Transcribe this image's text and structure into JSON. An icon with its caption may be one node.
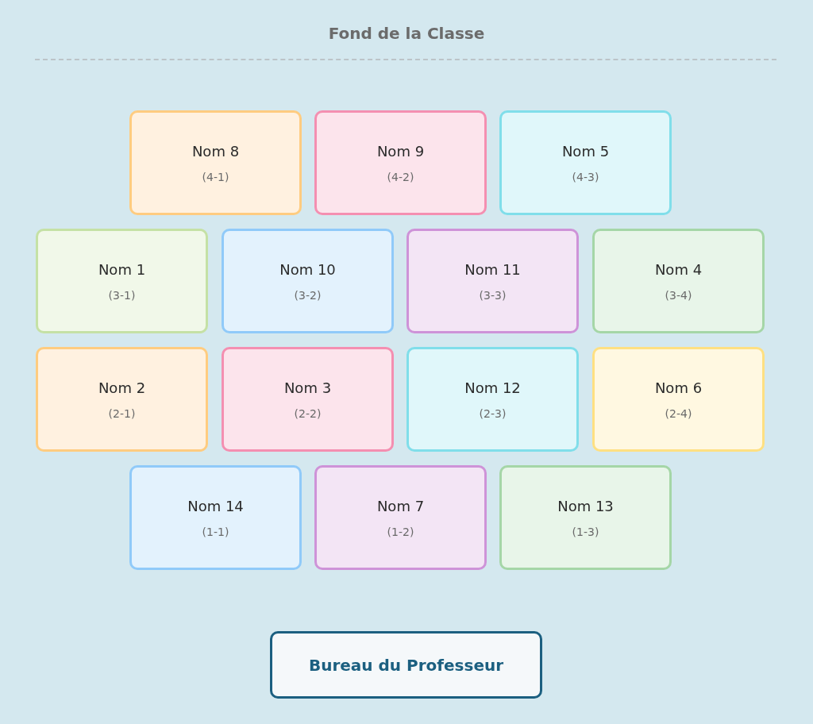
{
  "diagram": {
    "title": "Fond de la Classe",
    "nodes": [
      {
        "text": [
          "Nom 8",
          "(4-1)"
        ]
      },
      {
        "text": [
          "Nom 9",
          "(4-2)"
        ]
      },
      {
        "text": [
          "Nom 5",
          "(4-3)"
        ]
      },
      {
        "text": [
          "Nom 1",
          "(3-1)"
        ]
      },
      {
        "text": [
          "Nom 10",
          "(3-2)"
        ]
      },
      {
        "text": [
          "Nom 11",
          "(3-3)"
        ]
      },
      {
        "text": [
          "Nom 4",
          "(3-4)"
        ]
      },
      {
        "text": [
          "Nom 2",
          "(2-1)"
        ]
      },
      {
        "text": [
          "Nom 3",
          "(2-2)"
        ]
      },
      {
        "text": [
          "Nom 12",
          "(2-3)"
        ]
      },
      {
        "text": [
          "Nom 6",
          "(2-4)"
        ]
      },
      {
        "text": [
          "Nom 14",
          "(1-1)"
        ]
      },
      {
        "text": [
          "Nom 7",
          "(1-2)"
        ]
      },
      {
        "text": [
          "Nom 13",
          "(1-3)"
        ]
      },
      {
        "text": [
          "Bureau du Professeur"
        ]
      }
    ],
    "edges": []
  }
}
